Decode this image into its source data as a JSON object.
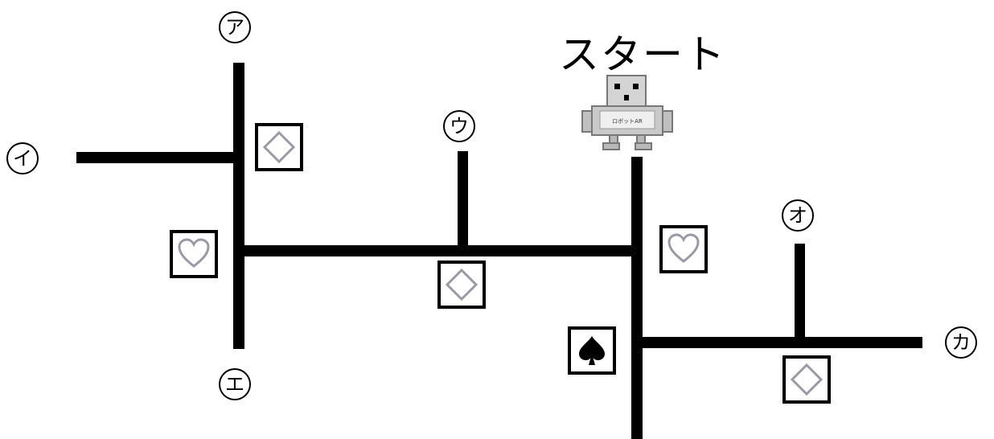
{
  "title": "スタート",
  "robot_text": "ロボットAR",
  "points": {
    "a": "ア",
    "i": "イ",
    "u": "ウ",
    "e": "エ",
    "o": "オ",
    "ka": "カ"
  },
  "cards": [
    {
      "id": "diamond-1",
      "suit": "diamond"
    },
    {
      "id": "heart-1",
      "suit": "heart"
    },
    {
      "id": "diamond-2",
      "suit": "diamond"
    },
    {
      "id": "heart-2",
      "suit": "heart"
    },
    {
      "id": "spade-1",
      "suit": "spade"
    },
    {
      "id": "diamond-3",
      "suit": "diamond"
    }
  ],
  "colors": {
    "road": "#000000",
    "card_symbol_outline": "#9a9aa6",
    "spade": "#000000",
    "robot_body": "#c9c9c9"
  }
}
